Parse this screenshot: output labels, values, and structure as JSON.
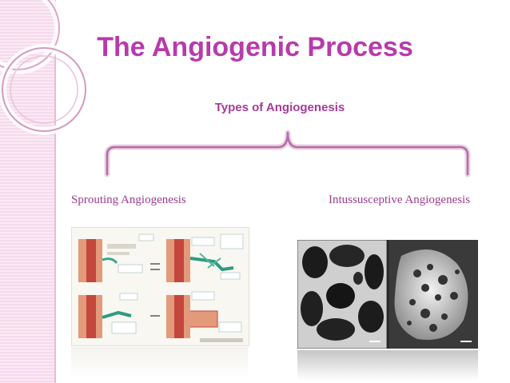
{
  "slide": {
    "title": "The Angiogenic Process",
    "subtitle": "Types of Angiogenesis",
    "left_label": "Sprouting Angiogenesis",
    "right_label": "Intussusceptive Angiogenesis",
    "colors": {
      "title": "#b73bab",
      "label": "#9c3d8e",
      "stripe": "#f6d9ec",
      "brace": "#b86aa8"
    }
  },
  "icons": {
    "left_image": "sprouting-angiogenesis-diagram-icon",
    "right_image": "intussusceptive-micrograph-icon"
  }
}
